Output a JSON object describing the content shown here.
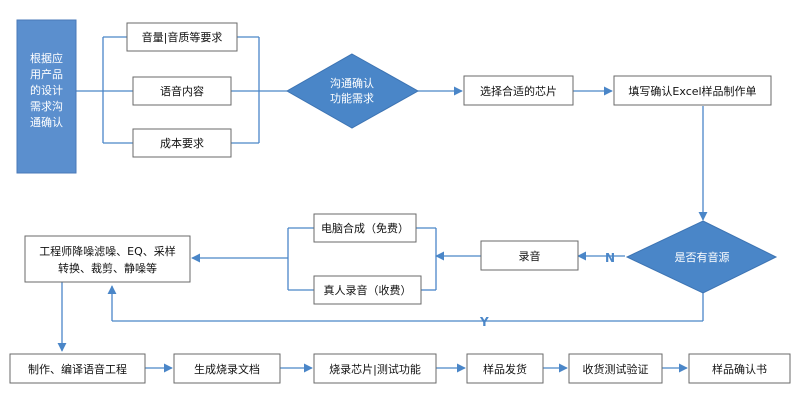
{
  "colors": {
    "primary_fill": "#4a86c8",
    "line": "#4a86c8",
    "box_border": "#6a6a6a",
    "start_fill": "#5b8fce"
  },
  "nodes": {
    "start_line1": "根据应",
    "start_line2": "用产品",
    "start_line3": "的设计",
    "start_line4": "需求沟",
    "start_line5": "通确认",
    "req_volume": "音量|音质等要求",
    "req_content": "语音内容",
    "req_cost": "成本要求",
    "decision_confirm_line1": "沟通确认",
    "decision_confirm_line2": "功能需求",
    "select_chip": "选择合适的芯片",
    "fill_excel": "填写确认Excel样品制作单",
    "decision_source": "是否有音源",
    "record": "录音",
    "pc_synth": "电脑合成（免费）",
    "human_record": "真人录音（收费）",
    "engineer_line1": "工程师降噪滤噪、EQ、采样",
    "engineer_line2": "转换、裁剪、静噪等",
    "make_compile": "制作、编译语音工程",
    "gen_burn_file": "生成烧录文档",
    "burn_test": "烧录芯片|测试功能",
    "ship_sample": "样品发货",
    "receive_test": "收货测试验证",
    "sample_confirm": "样品确认书"
  },
  "labels": {
    "no": "N",
    "yes": "Y"
  }
}
